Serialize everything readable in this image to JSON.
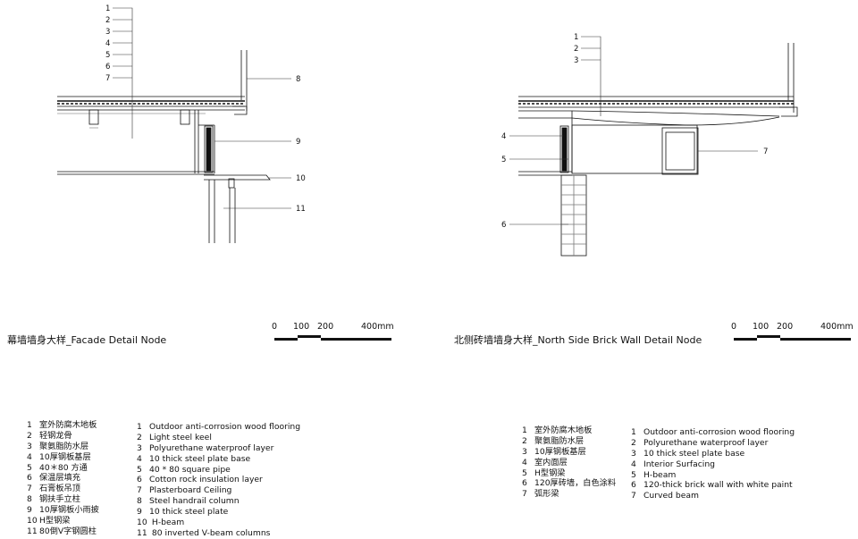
{
  "left_detail": {
    "callouts": [
      "1",
      "2",
      "3",
      "4",
      "5",
      "6",
      "7",
      "8",
      "9",
      "10",
      "11"
    ],
    "title": "幕墙墙身大样_Facade Detail Node",
    "scale_labels": [
      "0",
      "100",
      "200",
      "400mm"
    ],
    "legend_cn": [
      {
        "n": "1",
        "t": "室外防腐木地板"
      },
      {
        "n": "2",
        "t": "轻钢龙骨"
      },
      {
        "n": "3",
        "t": "聚氨脂防水层"
      },
      {
        "n": "4",
        "t": "10厚钢板基层"
      },
      {
        "n": "5",
        "t": "40＊80 方通"
      },
      {
        "n": "6",
        "t": "保温层填充"
      },
      {
        "n": "7",
        "t": "石膏板吊顶"
      },
      {
        "n": "8",
        "t": "钢扶手立柱"
      },
      {
        "n": "9",
        "t": "10厚钢板小雨披"
      },
      {
        "n": "10",
        "t": "H型钢梁"
      },
      {
        "n": "11",
        "t": "80倒V字钢圆柱"
      }
    ],
    "legend_en": [
      {
        "n": "1",
        "t": "Outdoor anti-corrosion wood flooring"
      },
      {
        "n": "2",
        "t": "Light steel keel"
      },
      {
        "n": "3",
        "t": "Polyurethane waterproof layer"
      },
      {
        "n": "4",
        "t": "10 thick steel plate base"
      },
      {
        "n": "5",
        "t": "40 * 80  square pipe"
      },
      {
        "n": "6",
        "t": "Cotton rock insulation layer"
      },
      {
        "n": "7",
        "t": "Plasterboard Ceiling"
      },
      {
        "n": "8",
        "t": "Steel handrail column"
      },
      {
        "n": "9",
        "t": "10 thick steel plate"
      },
      {
        "n": "10",
        "t": " H-beam"
      },
      {
        "n": "11",
        "t": " 80 inverted V-beam columns"
      }
    ]
  },
  "right_detail": {
    "callouts": [
      "1",
      "2",
      "3",
      "4",
      "5",
      "6",
      "7"
    ],
    "title": "北侧砖墙墙身大样_North Side Brick Wall Detail Node",
    "scale_labels": [
      "0",
      "100",
      "200",
      "400mm"
    ],
    "legend_cn": [
      {
        "n": "1",
        "t": "室外防腐木地板"
      },
      {
        "n": "2",
        "t": "聚氨脂防水层"
      },
      {
        "n": "3",
        "t": "10厚钢板基层"
      },
      {
        "n": "4",
        "t": "室内面层"
      },
      {
        "n": "5",
        "t": "H型钢梁"
      },
      {
        "n": "6",
        "t": "120厚砖墙，白色涂料"
      },
      {
        "n": "7",
        "t": "弧形梁"
      }
    ],
    "legend_en": [
      {
        "n": "1",
        "t": "Outdoor anti-corrosion wood flooring"
      },
      {
        "n": "2",
        "t": "Polyurethane waterproof layer"
      },
      {
        "n": "3",
        "t": "10 thick steel plate base"
      },
      {
        "n": "4",
        "t": "Interior Surfacing"
      },
      {
        "n": "5",
        "t": "H-beam"
      },
      {
        "n": "6",
        "t": "120-thick brick wall with white paint"
      },
      {
        "n": "7",
        "t": "Curved beam"
      }
    ]
  }
}
